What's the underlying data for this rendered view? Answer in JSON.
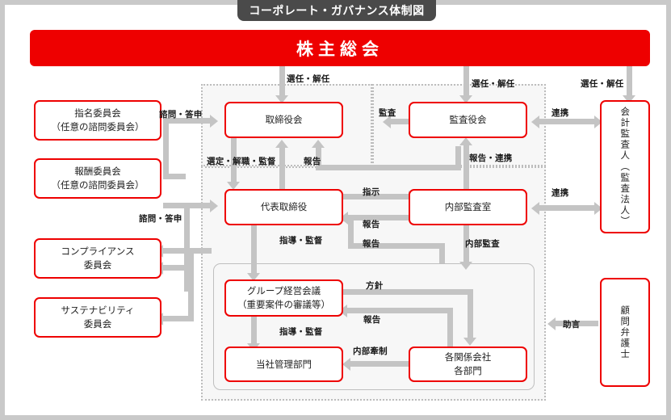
{
  "title": "コーポレート・ガバナンス体制図",
  "banner": {
    "label": "株主総会"
  },
  "colors": {
    "accent": "#ee0000",
    "arrow": "#c4c4c4",
    "title_bg": "#4a4a4a",
    "panel_bg": "#f7f7f7"
  },
  "boxes": {
    "nomination": "指名委員会\n（任意の諮問委員会）",
    "nomination_line1": "指名委員会",
    "nomination_line2": "（任意の諮問委員会）",
    "remuneration_line1": "報酬委員会",
    "remuneration_line2": "（任意の諮問委員会）",
    "compliance_line1": "コンプライアンス",
    "compliance_line2": "委員会",
    "sustainability_line1": "サステナビリティ",
    "sustainability_line2": "委員会",
    "board": "取締役会",
    "auditboard": "監査役会",
    "accounting_line1": "会計監査人",
    "accounting_line2": "（監査法人）",
    "representative": "代表取締役",
    "internal_audit": "内部監査室",
    "group_meeting_line1": "グループ経営会議",
    "group_meeting_line2": "（重要案件の審議等）",
    "admin_dept": "当社管理部門",
    "affiliates_line1": "各関係会社",
    "affiliates_line2": "各部門",
    "legal_counsel": "顧問弁護士"
  },
  "labels": {
    "appoint_board": "選任・解任",
    "appoint_auditboard": "選任・解任",
    "appoint_accounting": "選任・解任",
    "consult_top": "諮問・答申",
    "consult_bottom": "諮問・答申",
    "audit": "監査",
    "cooperation_top": "連携",
    "cooperation_bottom": "連携",
    "select_dismiss_supervise": "選定・解職・監督",
    "report_board": "報告",
    "report_cooperation": "報告・連携",
    "instruct": "指示",
    "report_to_rep": "報告",
    "report_to_board2": "報告",
    "guidance_supervision_top": "指導・監督",
    "internal_audit_label": "内部監査",
    "policy": "方針",
    "report_group": "報告",
    "guidance_supervision_bottom": "指導・監督",
    "internal_control": "内部牽制",
    "advice": "助言"
  }
}
